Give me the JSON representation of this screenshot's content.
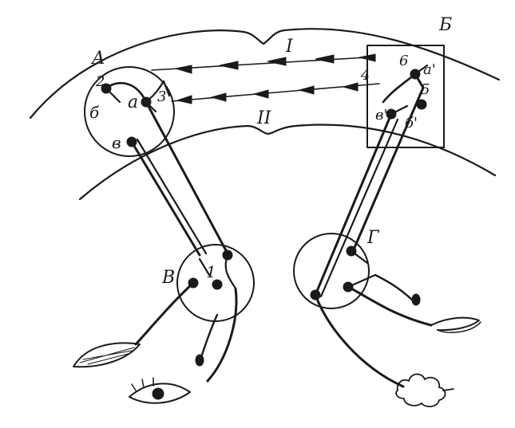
{
  "diagram": {
    "zones": {
      "left_center": "А",
      "right_center": "Б",
      "left_lower": "В",
      "right_lower": "Г"
    },
    "pathways": {
      "upper": "I",
      "lower": "II"
    },
    "left_center_labels": {
      "n2": "2",
      "n3": "3",
      "a": "а",
      "b": "б",
      "v": "в"
    },
    "right_center_labels": {
      "n4": "4",
      "n5": "5",
      "n6": "6",
      "a1": "а'",
      "b1": "б'",
      "v1": "в'"
    },
    "left_lower_labels": {
      "n1": "1"
    },
    "colors": {
      "ink": "#1a1a1a",
      "background": "#ffffff"
    },
    "icons": [
      "muscle-icon",
      "eye-icon",
      "receptor-icon",
      "gland-icon",
      "skin-icon"
    ]
  }
}
